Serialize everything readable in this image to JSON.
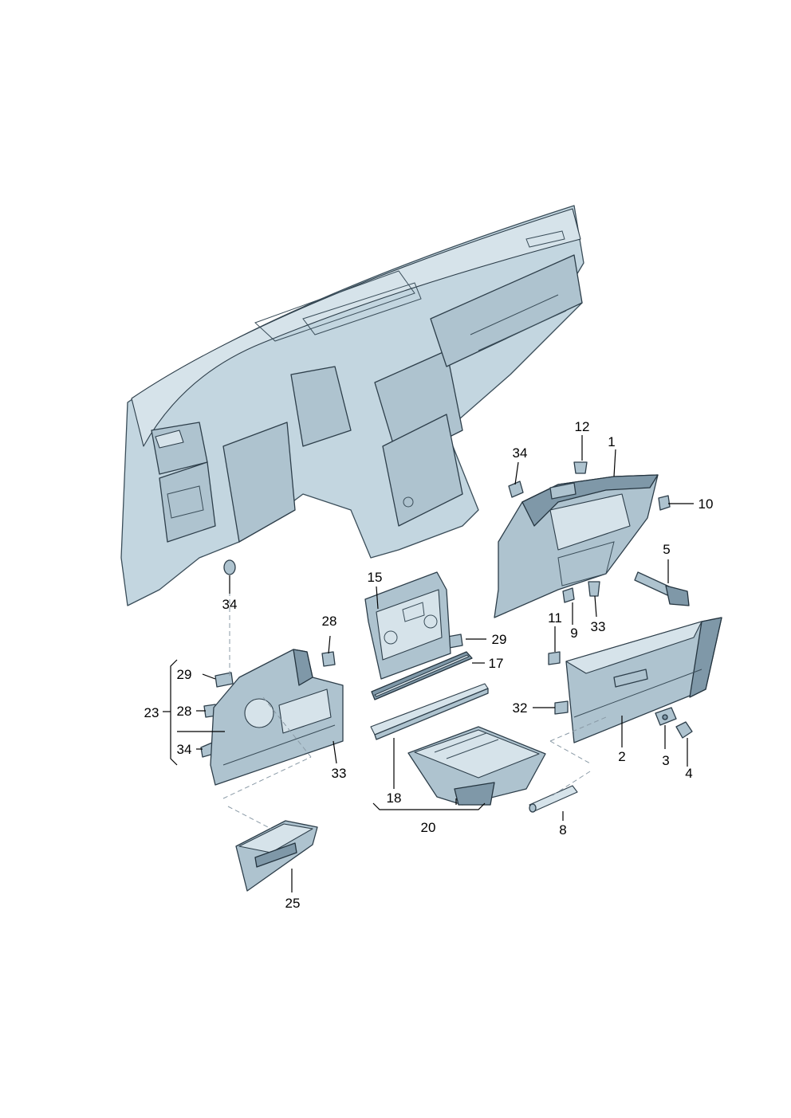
{
  "callouts": [
    {
      "id": "p1",
      "label": "1"
    },
    {
      "id": "p2",
      "label": "2"
    },
    {
      "id": "p3",
      "label": "3"
    },
    {
      "id": "p4",
      "label": "4"
    },
    {
      "id": "p5",
      "label": "5"
    },
    {
      "id": "p8",
      "label": "8"
    },
    {
      "id": "p9",
      "label": "9"
    },
    {
      "id": "p10",
      "label": "10"
    },
    {
      "id": "p11",
      "label": "11"
    },
    {
      "id": "p12",
      "label": "12"
    },
    {
      "id": "p15",
      "label": "15"
    },
    {
      "id": "p17",
      "label": "17"
    },
    {
      "id": "p18",
      "label": "18"
    },
    {
      "id": "p20",
      "label": "20"
    },
    {
      "id": "p23",
      "label": "23"
    },
    {
      "id": "p25",
      "label": "25"
    },
    {
      "id": "p28a",
      "label": "28"
    },
    {
      "id": "p28b",
      "label": "28"
    },
    {
      "id": "p29a",
      "label": "29"
    },
    {
      "id": "p29b",
      "label": "29"
    },
    {
      "id": "p32",
      "label": "32"
    },
    {
      "id": "p33a",
      "label": "33"
    },
    {
      "id": "p33b",
      "label": "33"
    },
    {
      "id": "p34a",
      "label": "34"
    },
    {
      "id": "p34b",
      "label": "34"
    },
    {
      "id": "p34c",
      "label": "34"
    }
  ]
}
